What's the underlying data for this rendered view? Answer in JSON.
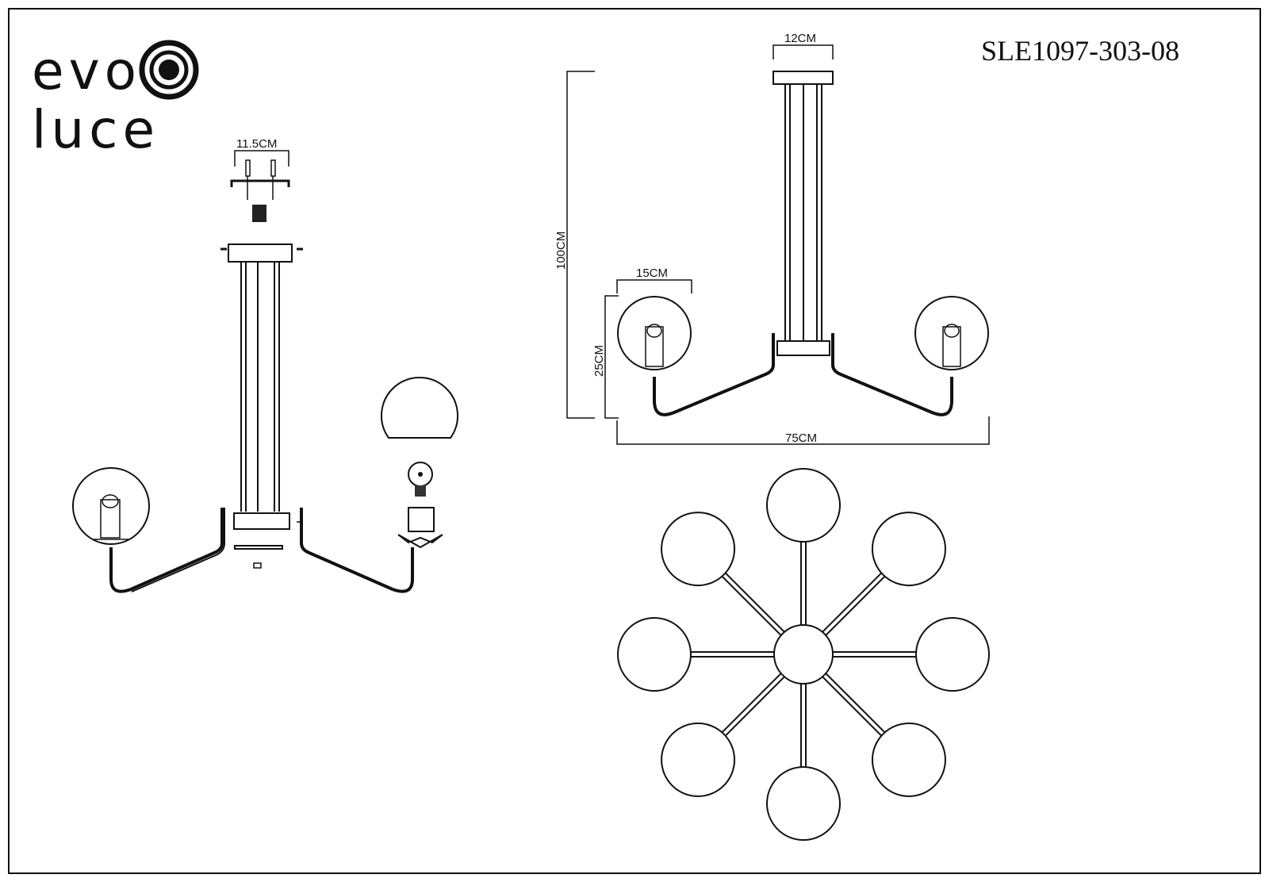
{
  "brand": {
    "line1": "evo",
    "line2": "luce"
  },
  "model": "SLE1097-303-08",
  "dimensions": {
    "mount_width": "11.5CM",
    "canopy_width": "12CM",
    "total_height": "100CM",
    "shade_width": "15CM",
    "arm_height": "25CM",
    "total_width": "75CM"
  },
  "arm_count": 8
}
